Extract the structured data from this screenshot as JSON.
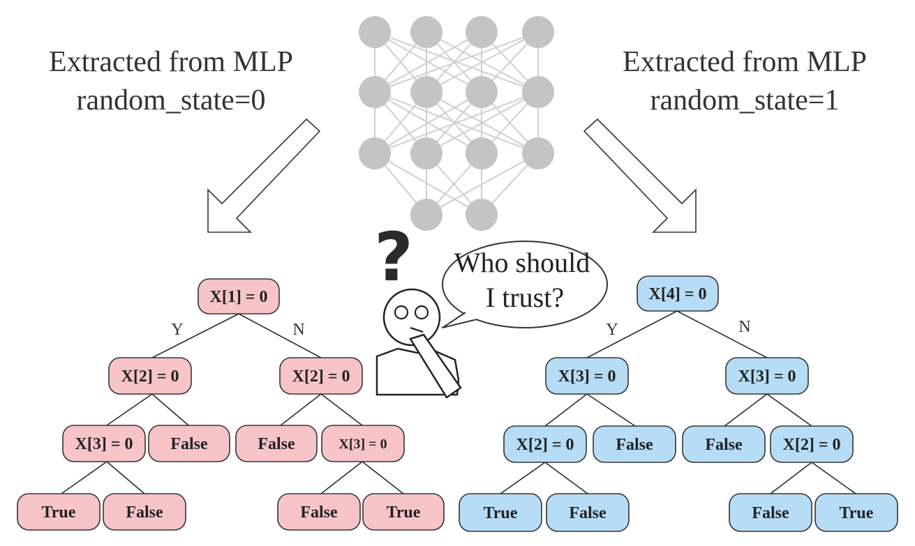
{
  "colors": {
    "left_tree_fill": "#f7c4c8",
    "right_tree_fill": "#b7dcf5",
    "network_node": "#c4c4c4",
    "network_edge": "#cfcfcf",
    "outline": "#333333"
  },
  "captions": {
    "left_line1": "Extracted from MLP",
    "left_line2": "random_state=0",
    "right_line1": "Extracted from MLP",
    "right_line2": "random_state=1"
  },
  "speech_bubble": {
    "line1": "Who should",
    "line2": "I trust?"
  },
  "question_mark": "?",
  "edge_labels": {
    "yes": "Y",
    "no": "N"
  },
  "left_tree": {
    "root": "X[1] = 0",
    "yes": "X[2] = 0",
    "no": "X[2] = 0",
    "yes_yes": "X[3] = 0",
    "yes_no": "False",
    "no_yes": "False",
    "no_no": "X[3] = 0",
    "yes_yes_yes": "True",
    "yes_yes_no": "False",
    "no_no_yes": "False",
    "no_no_no": "True"
  },
  "right_tree": {
    "root": "X[4] = 0",
    "yes": "X[3] = 0",
    "no": "X[3] = 0",
    "yes_yes": "X[2] = 0",
    "yes_no": "False",
    "no_yes": "False",
    "no_no": "X[2] = 0",
    "yes_yes_yes": "True",
    "yes_yes_no": "False",
    "no_no_yes": "False",
    "no_no_no": "True"
  },
  "network": {
    "layers": [
      4,
      4,
      4,
      2
    ],
    "icon": "neural-network-icon"
  }
}
